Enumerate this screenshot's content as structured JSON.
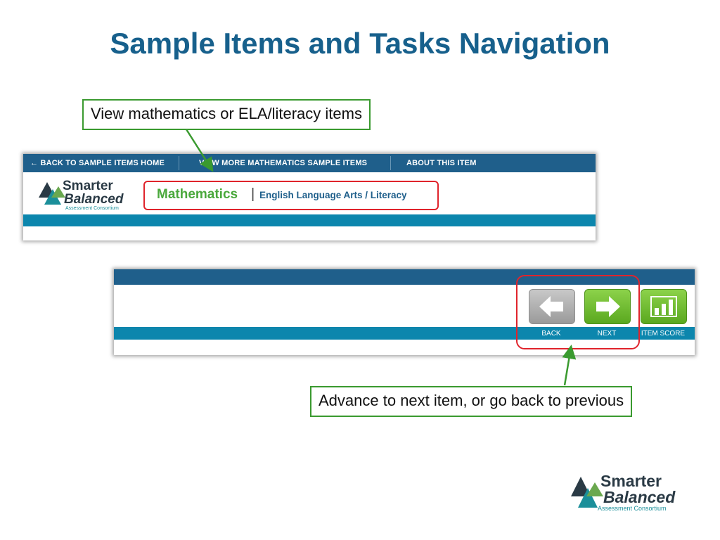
{
  "title": "Sample Items and Tasks Navigation",
  "callouts": {
    "top": "View mathematics or ELA/literacy items",
    "bottom": "Advance to next item, or go back to previous"
  },
  "top_screenshot": {
    "nav": {
      "back_home": "← BACK TO SAMPLE ITEMS HOME",
      "view_more": "VIEW MORE MATHEMATICS SAMPLE ITEMS",
      "about": "ABOUT THIS ITEM"
    },
    "subjects": {
      "math": "Mathematics",
      "separator": "|",
      "ela": "English Language Arts / Literacy"
    }
  },
  "bottom_screenshot": {
    "buttons": {
      "back": "BACK",
      "next": "NEXT",
      "item_score": "ITEM SCORE"
    }
  },
  "logo": {
    "line1": "Smarter",
    "line2": "Balanced",
    "line3": "Assessment Consortium"
  },
  "icons": [
    "arrow-left-icon",
    "arrow-right-icon",
    "bar-chart-icon",
    "smarter-balanced-logo"
  ],
  "colors": {
    "title": "#17608c",
    "callout_border": "#3a9a2f",
    "highlight_border": "#e0242c",
    "nav_bar": "#1f5f8b",
    "teal_bar": "#0c86ad",
    "green_button": "#6cbf2e",
    "gray_button": "#b0b0b0"
  }
}
